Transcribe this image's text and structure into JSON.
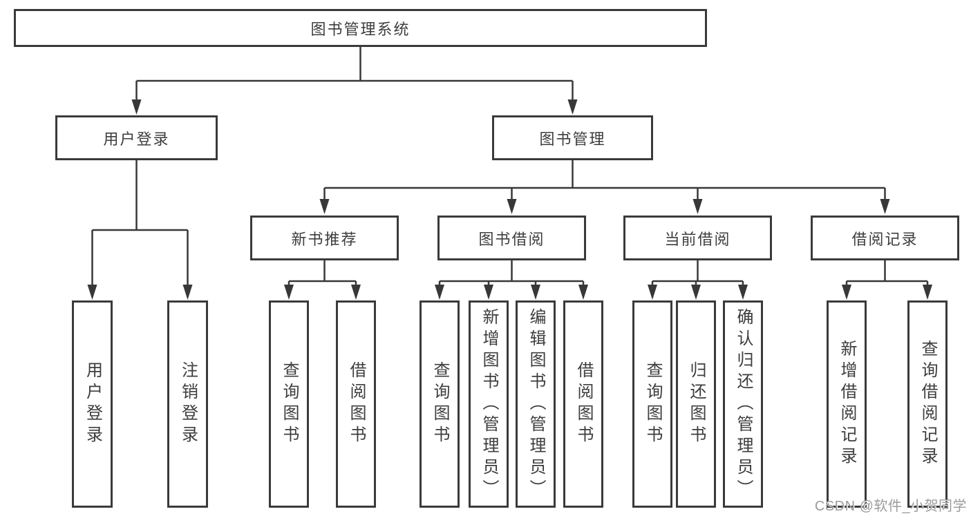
{
  "colors": {
    "line": "#383838",
    "box_border": "#3a3a3a",
    "text": "#3d3d3d",
    "watermark_text": "#9b9b9b",
    "background": "#ffffff"
  },
  "watermark": {
    "text": "CSDN @软件_小贺同学"
  },
  "tree": {
    "root": {
      "label": "图书管理系统"
    },
    "branches": [
      {
        "label": "用户登录",
        "children": [
          {
            "label": "用户登录"
          },
          {
            "label": "注销登录"
          }
        ]
      },
      {
        "label": "图书管理",
        "groups": [
          {
            "label": "新书推荐",
            "children": [
              {
                "label": "查询图书"
              },
              {
                "label": "借阅图书"
              }
            ]
          },
          {
            "label": "图书借阅",
            "children": [
              {
                "label": "查询图书"
              },
              {
                "label": "新增图书（管理员）"
              },
              {
                "label": "编辑图书（管理员）"
              },
              {
                "label": "借阅图书"
              }
            ]
          },
          {
            "label": "当前借阅",
            "children": [
              {
                "label": "查询图书"
              },
              {
                "label": "归还图书"
              },
              {
                "label": "确认归还（管理员）"
              }
            ]
          },
          {
            "label": "借阅记录",
            "children": [
              {
                "label": "新增借阅记录"
              },
              {
                "label": "查询借阅记录"
              }
            ]
          }
        ]
      }
    ]
  }
}
